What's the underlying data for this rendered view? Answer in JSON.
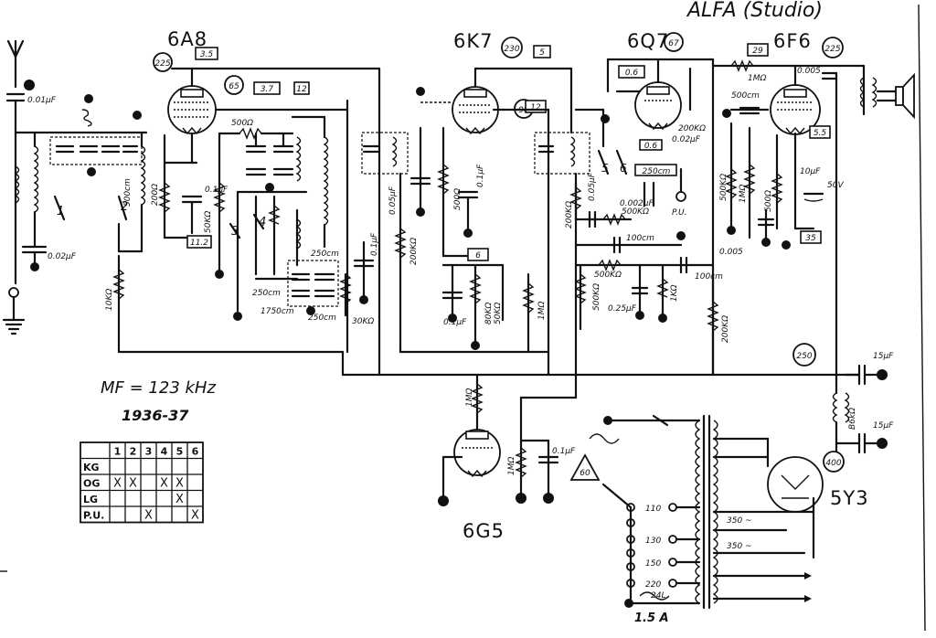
{
  "title": "ALFA (Studio)",
  "tubes": [
    "6A8",
    "6K7",
    "6Q7",
    "6F6",
    "6G5",
    "5Y3"
  ],
  "mf_label": "MF = 123 kHz",
  "year": "1936-37",
  "volt_circles": [
    "225",
    "65",
    "230",
    "90",
    "67",
    "225",
    "250",
    "400",
    "60"
  ],
  "volt_boxes": [
    "3.5",
    "3.7",
    "12",
    "11.2",
    "5",
    "12",
    "6",
    "0.6",
    "0.6",
    "29",
    "5.5",
    "35"
  ],
  "component_labels": {
    "c_antenna": "0.01μF",
    "c_ant_bypass": "0.02μF",
    "r_10k": "10KΩ",
    "r_200": "200Ω",
    "c_01": "0.1μF",
    "r_50k": "50KΩ",
    "r_500": "500Ω",
    "c_250": "250cm",
    "c_1750": "1750cm",
    "c_250b": "250cm",
    "pot_30k": "30KΩ",
    "c_01b": "0.1μF",
    "c_005": "0.05μF",
    "r_200k": "200KΩ",
    "r_500b": "500Ω",
    "c_01c": "0.1μF",
    "r_80k": "80KΩ",
    "r_50k2": "50KΩ",
    "r_1m": "1MΩ",
    "c_01d": "0.1μF",
    "r_200k2": "200KΩ",
    "c_005b": "0.05μF",
    "c_002": "0.02μF",
    "r_500k": "500KΩ",
    "c_250c": "250cm",
    "pu": "P.U.",
    "c_100": "100cm",
    "r_500k2": "500KΩ",
    "r_500k3": "500KΩ",
    "c_100b": "100cm",
    "r_1k": "1KΩ",
    "c_025": "0.25μF",
    "r_200k3": "200KΩ",
    "r_1m2": "1MΩ",
    "c_0005": "0.005",
    "r_500k4": "500KΩ",
    "r_1m3": "1MΩ",
    "c_002b": "0.002μF",
    "r_500c": "500Ω",
    "c_10": "10μF",
    "v_50": "50V",
    "choke": "B6kΩ",
    "c_15": "15μF",
    "c_15b": "15μF",
    "r_1m4": "1MΩ",
    "r_1m5": "1MΩ",
    "c_01e": "0.1μF",
    "r_500cm": "500cm"
  },
  "switch_numbers": [
    "1",
    "2",
    "3",
    "4",
    "5",
    "6"
  ],
  "mains": {
    "taps": [
      "110",
      "130",
      "150",
      "220",
      "24L"
    ],
    "secondary": [
      "350 ~",
      "350 ~"
    ],
    "fuse": "1.5 A"
  },
  "table": {
    "headers": [
      "",
      "1",
      "2",
      "3",
      "4",
      "5",
      "6"
    ],
    "rows": [
      {
        "label": "KG",
        "cells": [
          "",
          "",
          "",
          "",
          "",
          ""
        ]
      },
      {
        "label": "OG",
        "cells": [
          "X",
          "X",
          "",
          "X",
          "X",
          ""
        ]
      },
      {
        "label": "LG",
        "cells": [
          "",
          "",
          "",
          "",
          "X",
          ""
        ]
      },
      {
        "label": "P.U.",
        "cells": [
          "",
          "",
          "X",
          "",
          "",
          "X"
        ]
      }
    ]
  }
}
